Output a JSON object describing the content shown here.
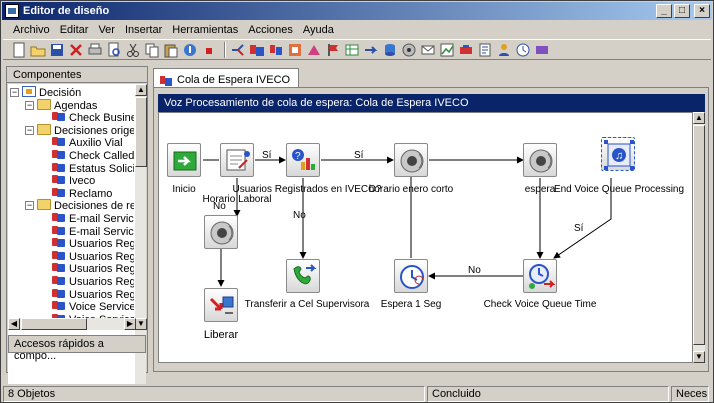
{
  "window": {
    "title": "Editor de diseño"
  },
  "menu": [
    "Archivo",
    "Editar",
    "Ver",
    "Insertar",
    "Herramientas",
    "Acciones",
    "Ayuda"
  ],
  "left_panel": {
    "header": "Componentes",
    "tree": [
      {
        "label": "Decisión",
        "depth": 0,
        "icon": "decision-icon",
        "expand": "−"
      },
      {
        "label": "Agendas",
        "depth": 1,
        "icon": "folder-icon",
        "expand": "−"
      },
      {
        "label": "Check Business H",
        "depth": 2,
        "icon": "decision-item-icon"
      },
      {
        "label": "Decisiones origen/des",
        "depth": 1,
        "icon": "folder-icon",
        "expand": "−"
      },
      {
        "label": "Auxilio Vial",
        "depth": 2,
        "icon": "decision-item-icon"
      },
      {
        "label": "Check Called Num",
        "depth": 2,
        "icon": "decision-item-icon"
      },
      {
        "label": "Estatus Solicitud",
        "depth": 2,
        "icon": "decision-item-icon"
      },
      {
        "label": "Iveco",
        "depth": 2,
        "icon": "decision-item-icon"
      },
      {
        "label": "Reclamo",
        "depth": 2,
        "icon": "decision-item-icon"
      },
      {
        "label": "Decisiones de rendimi",
        "depth": 1,
        "icon": "folder-icon",
        "expand": "−"
      },
      {
        "label": "E-mail Service Lev",
        "depth": 2,
        "icon": "decision-item-icon"
      },
      {
        "label": "E-mail Service Lev",
        "depth": 2,
        "icon": "decision-item-icon"
      },
      {
        "label": "Usuarios Registra",
        "depth": 2,
        "icon": "decision-item-icon"
      },
      {
        "label": "Usuarios Registra",
        "depth": 2,
        "icon": "decision-item-icon"
      },
      {
        "label": "Usuarios Registra",
        "depth": 2,
        "icon": "decision-item-icon"
      },
      {
        "label": "Usuarios Registra",
        "depth": 2,
        "icon": "decision-item-icon"
      },
      {
        "label": "Usuarios Registra",
        "depth": 2,
        "icon": "decision-item-icon"
      },
      {
        "label": "Voice Service Lev",
        "depth": 2,
        "icon": "decision-item-icon"
      },
      {
        "label": "Voice Service Lev",
        "depth": 2,
        "icon": "decision-item-icon"
      }
    ],
    "quick_access": "Accesos rápidos a compo..."
  },
  "tab": {
    "label": "Cola de Espera IVECO"
  },
  "canvas": {
    "header": "Voz Procesamiento de cola de espera:  Cola de Espera IVECO",
    "nodes": [
      {
        "id": "inicio",
        "label": "Inicio",
        "icon": "start-arrow-icon"
      },
      {
        "id": "horario-laboral",
        "label": "Horario Laboral",
        "icon": "calendar-icon"
      },
      {
        "id": "usuarios-registrados",
        "label": "Usuarios Registrados en IVECO?",
        "icon": "decision-chart-icon"
      },
      {
        "id": "horario-enero-corto",
        "label": "horario enero corto",
        "icon": "speaker-icon"
      },
      {
        "id": "espera",
        "label": "espera",
        "icon": "speaker-icon"
      },
      {
        "id": "end-voice-queue",
        "label": "End Voice Queue Processing",
        "icon": "end-queue-icon"
      },
      {
        "id": "liberar-speaker",
        "label": "",
        "icon": "speaker-icon"
      },
      {
        "id": "liberar",
        "label": "Liberar",
        "icon": "release-icon"
      },
      {
        "id": "transferir",
        "label": "Transferir a Cel Supervisora",
        "icon": "phone-transfer-icon"
      },
      {
        "id": "espera-1-seg",
        "label": "Espera 1 Seg",
        "icon": "clock-icon"
      },
      {
        "id": "check-voice-queue",
        "label": "Check Voice Queue Time",
        "icon": "queue-check-icon"
      }
    ],
    "connector_labels": {
      "si_1": "Sí",
      "si_2": "Sí",
      "si_3": "Sí",
      "no_1": "No",
      "no_2": "No",
      "no_3": "No"
    }
  },
  "status": {
    "objects": "8 Objetos",
    "state": "Concluido",
    "caps": "Neces"
  },
  "colors": {
    "title_start": "#0a246a",
    "title_end": "#a6caf0",
    "canvas_header": "#0a246a",
    "chrome": "#d4d0c8"
  }
}
